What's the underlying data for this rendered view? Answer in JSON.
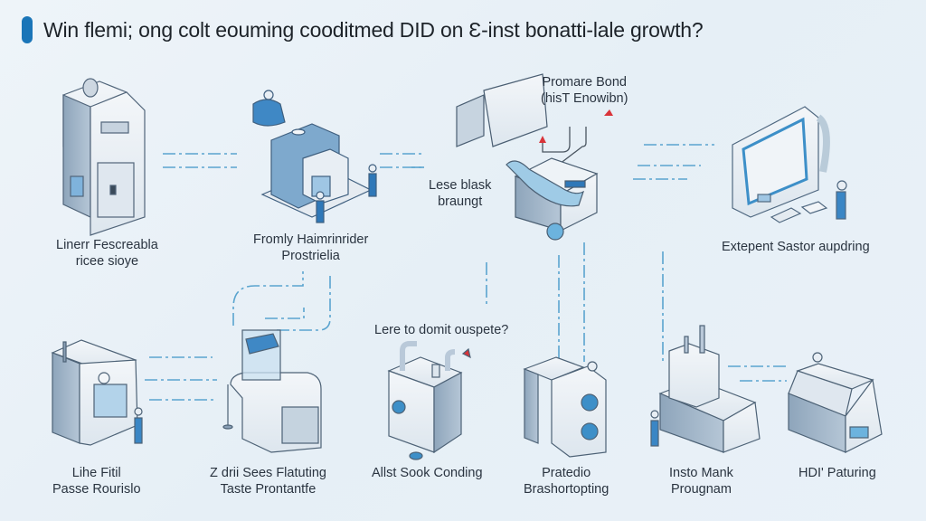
{
  "header": {
    "title": "Win flemi; ong colt eouming cooditmed DID on Ɛ-inst bonatti-lale growth?",
    "accent_color": "#1a75b8"
  },
  "colors": {
    "background": "#e9f1f7",
    "machine_light": "#e3eaf1",
    "machine_mid": "#b9c9d9",
    "machine_dark": "#7f96ad",
    "accent_blue": "#3d8fc8",
    "connector": "#5aa4cf",
    "arrow_red": "#d9343a"
  },
  "nodes": [
    {
      "id": "n1",
      "icon": "lab-cabinet-icon",
      "lines": [
        "Linerr Fescreabla",
        "ricee sioye"
      ]
    },
    {
      "id": "n2",
      "icon": "scanner-station-icon",
      "lines": [
        "Fromly Haimrinrider",
        "Prostrielia"
      ]
    },
    {
      "id": "n3",
      "icon": "processing-bin-icon",
      "lines": [
        "Lese blask",
        "braungt"
      ]
    },
    {
      "id": "n4",
      "icon": "display-terminal-icon",
      "lines": [
        "Extepent Sastor aupdring"
      ]
    },
    {
      "id": "n5",
      "icon": "analyzer-unit-icon",
      "lines": [
        "Lihe Fitil",
        "Passe Rourislo"
      ]
    },
    {
      "id": "n6",
      "icon": "dispenser-icon",
      "lines": [
        "Z drii Sees Flatuting",
        "Taste Prontantfe"
      ]
    },
    {
      "id": "n7",
      "icon": "pipe-machine-icon",
      "lines": [
        "Allst Sook Conding"
      ]
    },
    {
      "id": "n8",
      "icon": "washer-unit-icon",
      "lines": [
        "Pratedio",
        "Brashortopting"
      ]
    },
    {
      "id": "n9",
      "icon": "workbench-icon",
      "lines": [
        "Insto Mank",
        "Prougnam"
      ]
    },
    {
      "id": "n10",
      "icon": "scale-device-icon",
      "lines": [
        "HDI' Paturing"
      ]
    }
  ],
  "annotations": {
    "primary_bond": [
      "Promare Bond",
      "(hisT Enowibn)"
    ],
    "question": "Lere to domit ouspete?"
  }
}
